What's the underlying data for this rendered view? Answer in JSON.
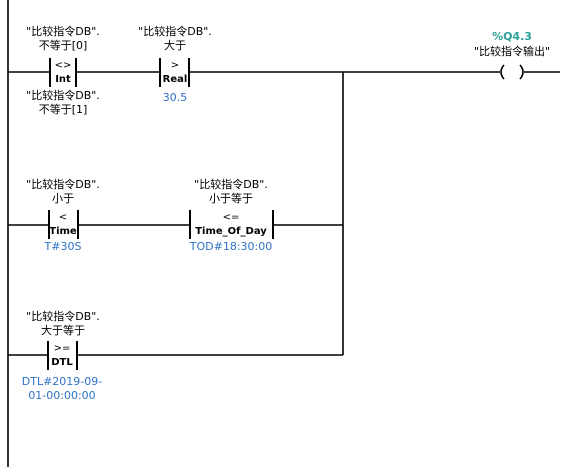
{
  "network": {
    "rungs": [
      {
        "contacts": [
          {
            "operand_line1": "\"比较指令DB\".",
            "operand_line2": "不等于[0]",
            "operator": "<>",
            "datatype": "Int",
            "compare_line1": "\"比较指令DB\".",
            "compare_line2": "不等于[1]"
          },
          {
            "operand_line1": "\"比较指令DB\".",
            "operand_line2": "大于",
            "operator": ">",
            "datatype": "Real",
            "compare_value": "30.5"
          }
        ],
        "coil": {
          "address": "%Q4.3",
          "tag": "\"比较指令输出\""
        }
      },
      {
        "contacts": [
          {
            "operand_line1": "\"比较指令DB\".",
            "operand_line2": "小于",
            "operator": "<",
            "datatype": "Time",
            "compare_value": "T#30S"
          },
          {
            "operand_line1": "\"比较指令DB\".",
            "operand_line2": "小于等于",
            "operator": "<=",
            "datatype": "Time_Of_Day",
            "compare_value": "TOD#18:30:00"
          }
        ]
      },
      {
        "contacts": [
          {
            "operand_line1": "\"比较指令DB\".",
            "operand_line2": "大于等于",
            "operator": ">=",
            "datatype": "DTL",
            "compare_line1": "DTL#2019-09-",
            "compare_line2": "01-00:00:00"
          }
        ]
      }
    ]
  }
}
